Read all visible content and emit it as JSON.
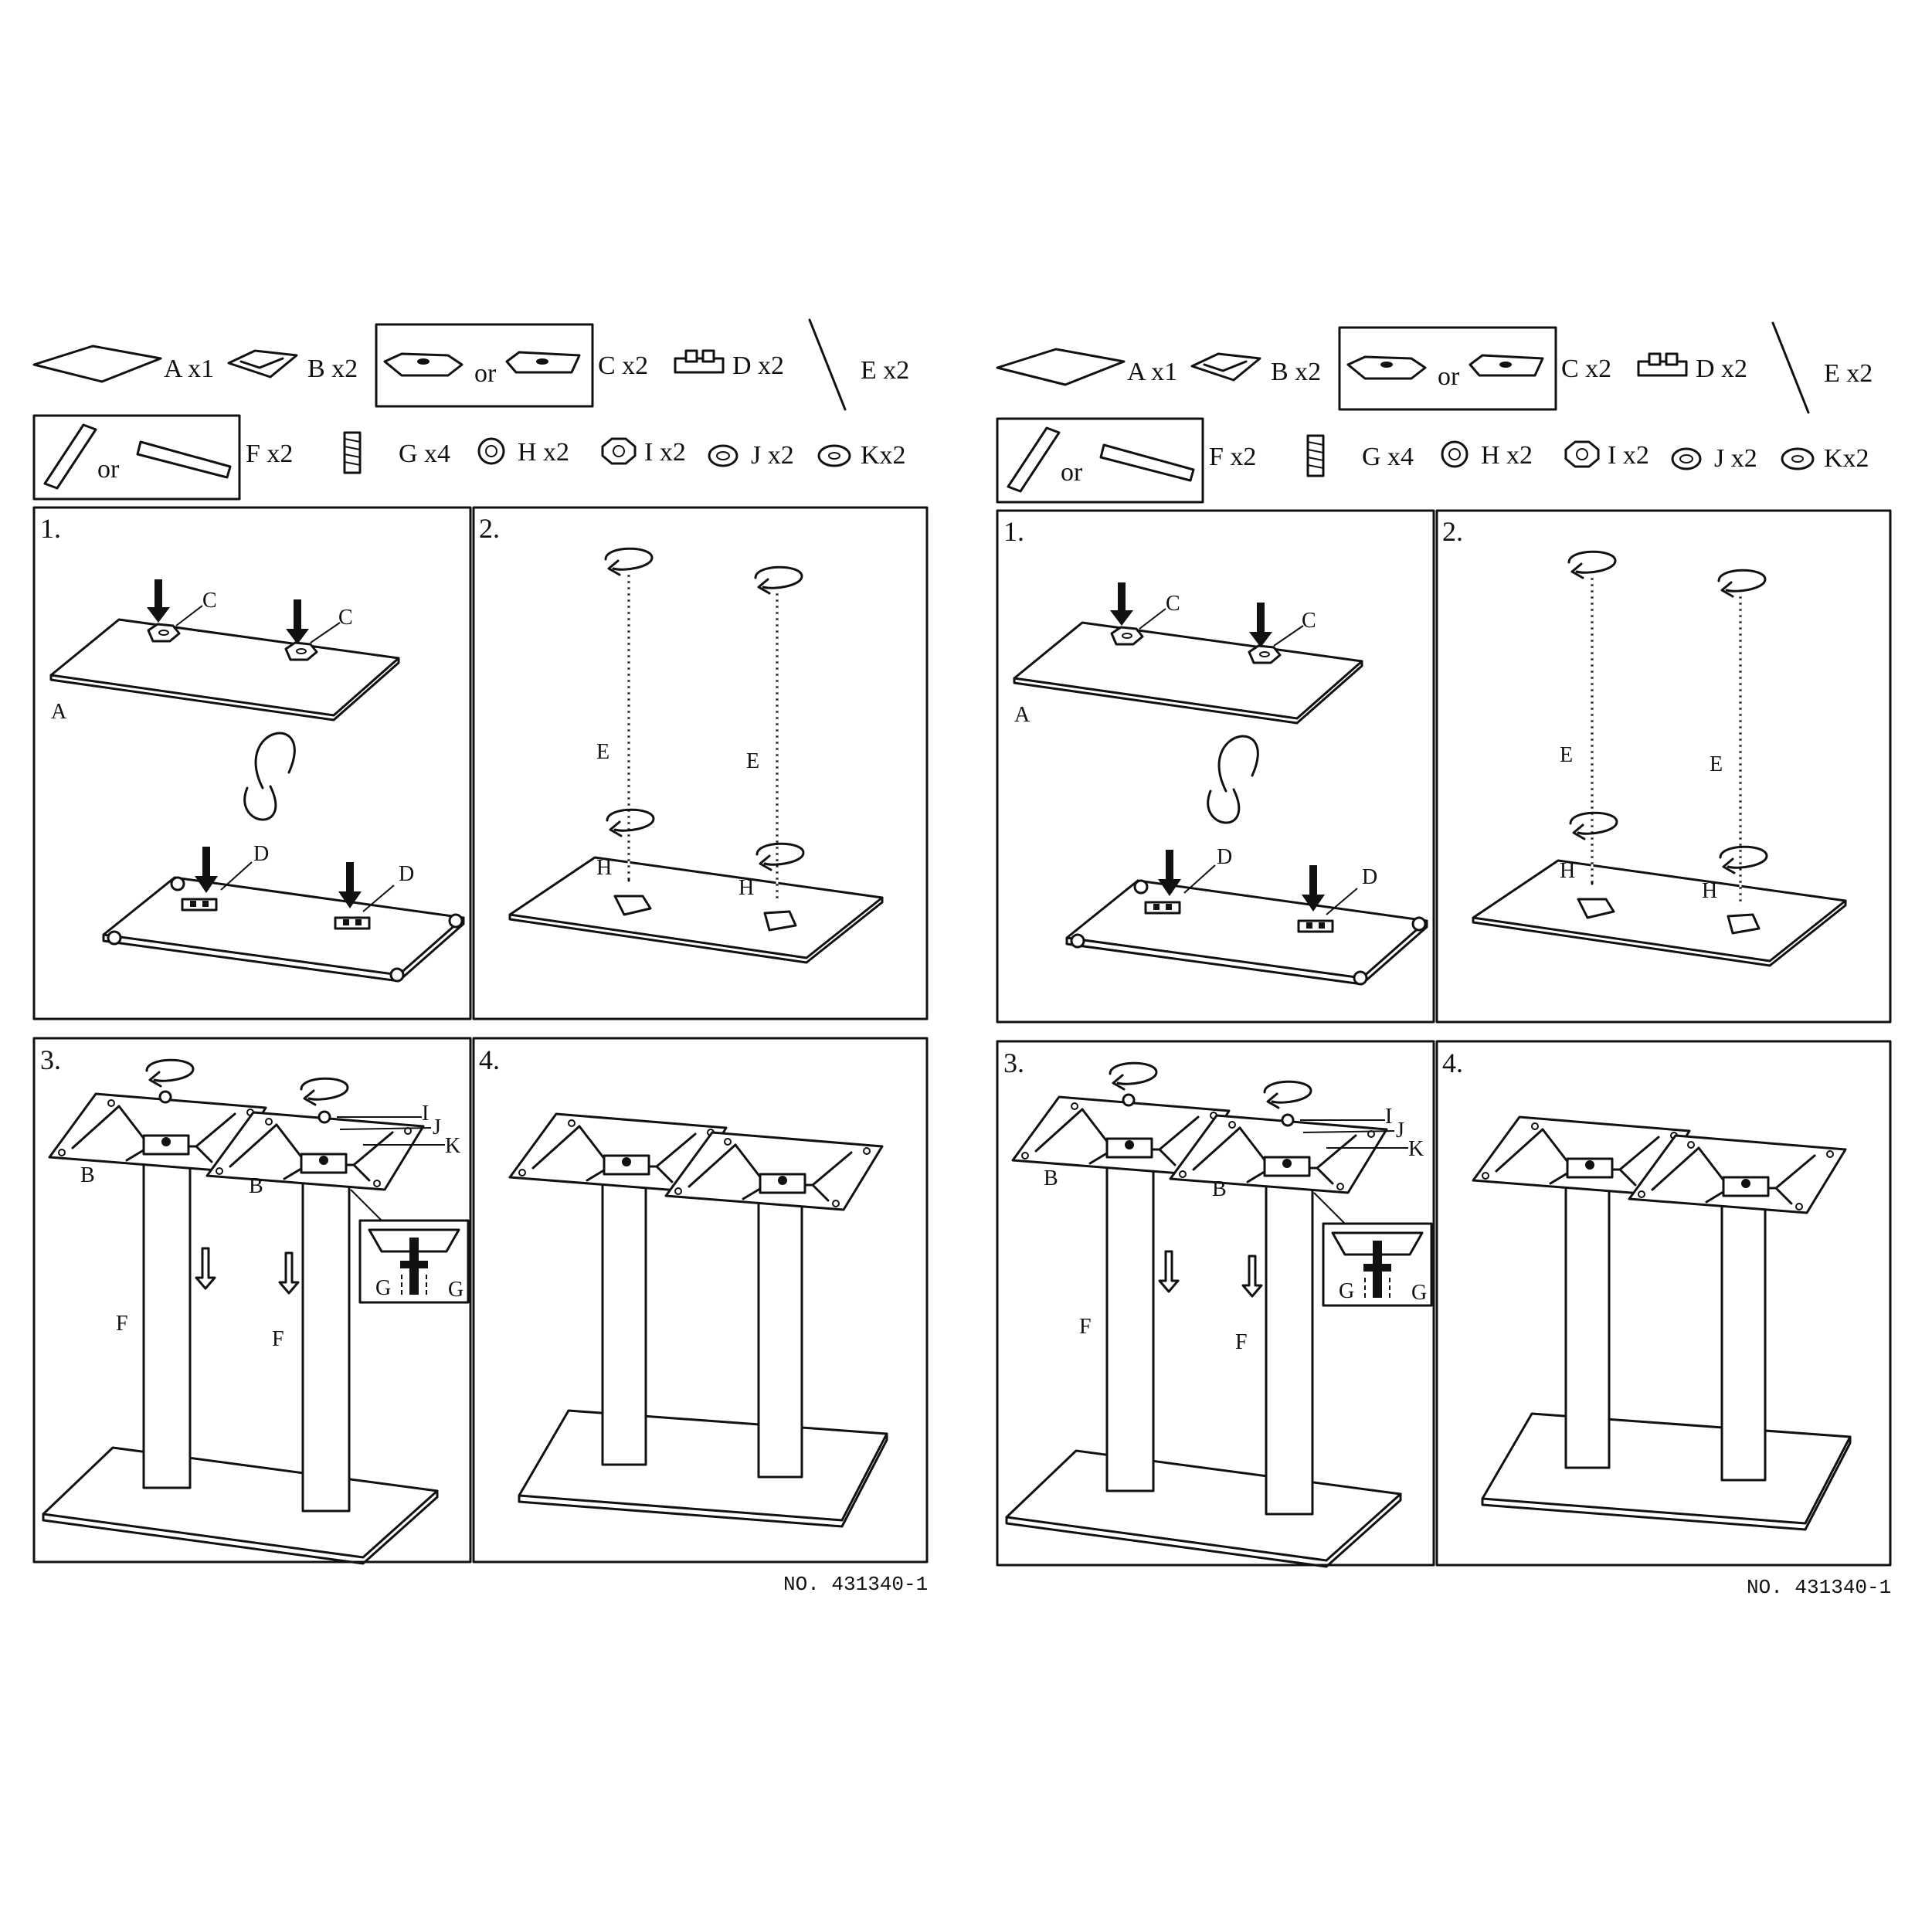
{
  "sheets": [
    {
      "parts_row1": [
        {
          "id": "A",
          "label": "A x1"
        },
        {
          "id": "B",
          "label": "B x2"
        },
        {
          "id": "C",
          "label": "C x2",
          "or": "or"
        },
        {
          "id": "D",
          "label": "D x2"
        },
        {
          "id": "E",
          "label": "E x2"
        }
      ],
      "parts_row2": [
        {
          "id": "F",
          "label": "F x2",
          "or": "or"
        },
        {
          "id": "G",
          "label": "G x4"
        },
        {
          "id": "H",
          "label": "H x2"
        },
        {
          "id": "I",
          "label": "I x2"
        },
        {
          "id": "J",
          "label": "J x2"
        },
        {
          "id": "K",
          "label": "Kx2"
        }
      ],
      "steps": [
        {
          "num": "1.",
          "labels": {
            "c1": "C",
            "c2": "C",
            "a": "A",
            "d1": "D",
            "d2": "D"
          }
        },
        {
          "num": "2.",
          "labels": {
            "e1": "E",
            "e2": "E",
            "h1": "H",
            "h2": "H"
          }
        },
        {
          "num": "3.",
          "labels": {
            "i": "I",
            "j": "J",
            "k": "K",
            "b1": "B",
            "b2": "B",
            "f1": "F",
            "f2": "F",
            "g1": "G",
            "g2": "G"
          }
        },
        {
          "num": "4.",
          "labels": {}
        }
      ],
      "part_number": "NO. 431340-1"
    },
    {
      "parts_row1": [
        {
          "id": "A",
          "label": "A x1"
        },
        {
          "id": "B",
          "label": "B x2"
        },
        {
          "id": "C",
          "label": "C x2",
          "or": "or"
        },
        {
          "id": "D",
          "label": "D x2"
        },
        {
          "id": "E",
          "label": "E x2"
        }
      ],
      "parts_row2": [
        {
          "id": "F",
          "label": "F x2",
          "or": "or"
        },
        {
          "id": "G",
          "label": "G x4"
        },
        {
          "id": "H",
          "label": "H x2"
        },
        {
          "id": "I",
          "label": "I x2"
        },
        {
          "id": "J",
          "label": "J x2"
        },
        {
          "id": "K",
          "label": "Kx2"
        }
      ],
      "steps": [
        {
          "num": "1.",
          "labels": {
            "c1": "C",
            "c2": "C",
            "a": "A",
            "d1": "D",
            "d2": "D"
          }
        },
        {
          "num": "2.",
          "labels": {
            "e1": "E",
            "e2": "E",
            "h1": "H",
            "h2": "H"
          }
        },
        {
          "num": "3.",
          "labels": {
            "i": "I",
            "j": "J",
            "k": "K",
            "b1": "B",
            "b2": "B",
            "f1": "F",
            "f2": "F",
            "g1": "G",
            "g2": "G"
          }
        },
        {
          "num": "4.",
          "labels": {}
        }
      ],
      "part_number": "NO. 431340-1"
    }
  ]
}
